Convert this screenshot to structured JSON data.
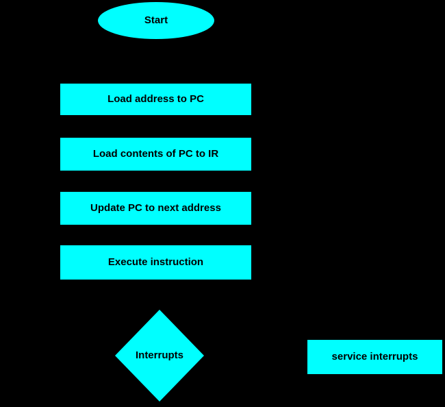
{
  "diagram": {
    "type": "flowchart",
    "background_color": "#000000",
    "node_fill_color": "#00ffff",
    "node_text_color": "#000000",
    "nodes": {
      "start": {
        "shape": "ellipse",
        "label": "Start"
      },
      "load_address": {
        "shape": "rectangle",
        "label": "Load address to PC"
      },
      "load_contents": {
        "shape": "rectangle",
        "label": "Load contents of PC to IR"
      },
      "update_pc": {
        "shape": "rectangle",
        "label": "Update PC to next address"
      },
      "execute": {
        "shape": "rectangle",
        "label": "Execute instruction"
      },
      "interrupts": {
        "shape": "diamond",
        "label": "Interrupts"
      },
      "service_interrupts": {
        "shape": "rectangle",
        "label": "service interrupts"
      }
    }
  }
}
